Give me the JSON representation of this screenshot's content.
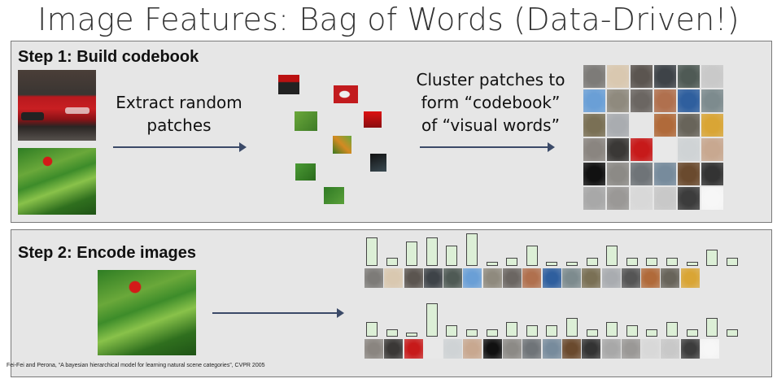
{
  "title": "Image Features: Bag of Words (Data-Driven!)",
  "step1": {
    "heading": "Step 1: Build codebook",
    "extract_line1": "Extract random",
    "extract_line2": "patches",
    "cluster_line1": "Cluster patches to",
    "cluster_line2": "form “codebook”",
    "cluster_line3": "of “visual words”"
  },
  "step2": {
    "heading": "Step 2: Encode images"
  },
  "citation": "Fei-Fei and Perona, “A bayesian hierarchical model for learning natural scene categories”, CVPR 2005",
  "colors": {
    "panel_bg": "#e6e6e6",
    "arrow": "#3b4a68",
    "bar_fill": "#dcefd6"
  },
  "codebook_colors": [
    "#7d7b78",
    "#d9c8b0",
    "#5b5550",
    "#3e4348",
    "#4f5a55",
    "#c9c9c9",
    "#6a9fd6",
    "#8f8a7e",
    "#6b6662",
    "#b0704e",
    "#2f5f9e",
    "#7d8b8e",
    "#7a7055",
    "#a9acb0",
    "#555",
    "#b06a3a",
    "#68645a",
    "#d9a535",
    "#8a8580",
    "#3a3836",
    "#c71a1a",
    "#e8e8e8",
    "#cfd3d5",
    "#c8a890",
    "#111111",
    "#8c8a86",
    "#6f7478",
    "#778b9c",
    "#6a4a2e",
    "#333333",
    "#a8a8a8",
    "#9a9896",
    "#d8d8d8",
    "#c8c8c8",
    "#3c3c3c",
    "#f7f7f7"
  ],
  "hist1_values": [
    7,
    2,
    6,
    7,
    5,
    8,
    1,
    2,
    5,
    1,
    1,
    2,
    5,
    2,
    2,
    2,
    1,
    4,
    2
  ],
  "hist1_colors": [
    "#7d7b78",
    "#d9c8b0",
    "#5b5550",
    "#3e4348",
    "#4f5a55",
    "#6a9fd6",
    "#8f8a7e",
    "#6b6662",
    "#b0704e",
    "#2f5f9e",
    "#7d8b8e",
    "#7a7055",
    "#a9acb0",
    "#555555",
    "#b06a3a",
    "#68645a",
    "#d9a535"
  ],
  "hist2_values": [
    4,
    2,
    1,
    9,
    3,
    2,
    2,
    4,
    3,
    3,
    5,
    2,
    4,
    3,
    2,
    4,
    2,
    5,
    2
  ],
  "hist2_colors": [
    "#8a8580",
    "#3a3836",
    "#c71a1a",
    "#e8e8e8",
    "#cfd3d5",
    "#c8a890",
    "#111111",
    "#8c8a86",
    "#6f7478",
    "#778b9c",
    "#6a4a2e",
    "#333333",
    "#a8a8a8",
    "#9a9896",
    "#d8d8d8",
    "#c8c8c8",
    "#3c3c3c",
    "#f7f7f7"
  ]
}
